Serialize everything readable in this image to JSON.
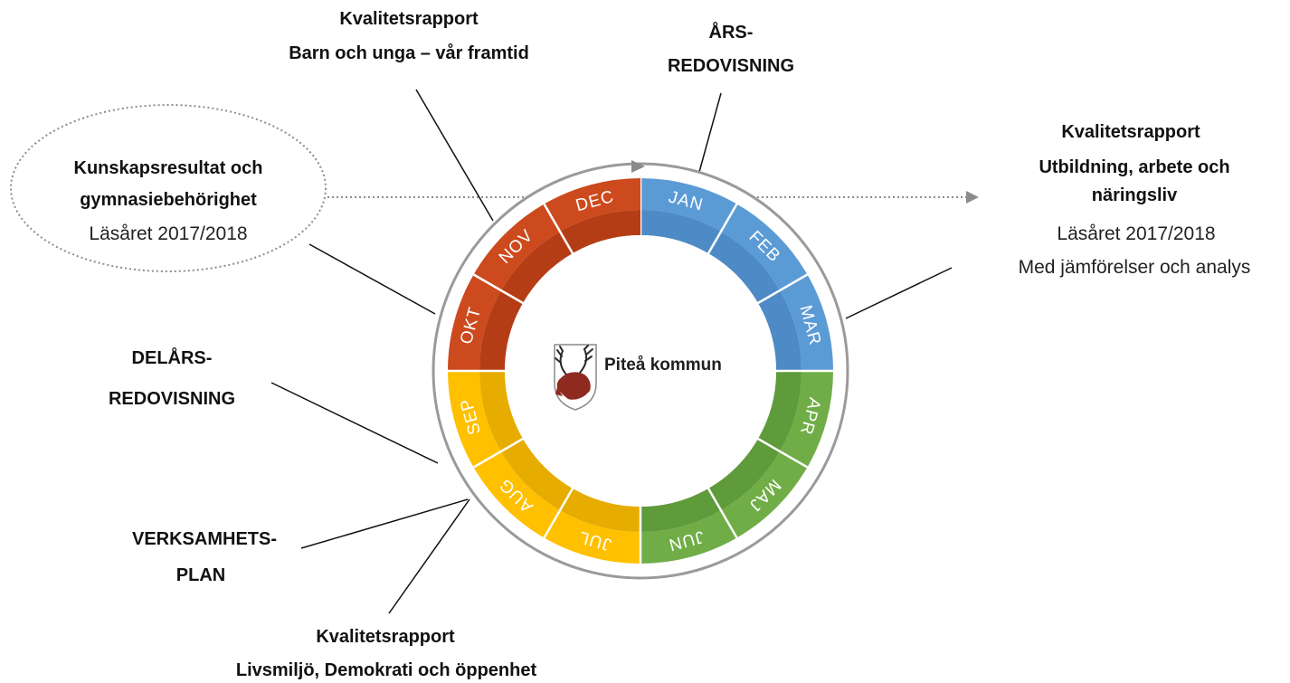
{
  "diagram": {
    "center_label": "Piteå kommun",
    "months": [
      {
        "label": "JAN",
        "color": "#5b9bd5",
        "inner_color": "#4d8ac6"
      },
      {
        "label": "FEB",
        "color": "#5b9bd5",
        "inner_color": "#4d8ac6"
      },
      {
        "label": "MAR",
        "color": "#5b9bd5",
        "inner_color": "#4d8ac6"
      },
      {
        "label": "APR",
        "color": "#70ad47",
        "inner_color": "#5f9a3b"
      },
      {
        "label": "MAJ",
        "color": "#70ad47",
        "inner_color": "#5f9a3b"
      },
      {
        "label": "JUN",
        "color": "#70ad47",
        "inner_color": "#5f9a3b"
      },
      {
        "label": "JUL",
        "color": "#ffc000",
        "inner_color": "#e6ac00"
      },
      {
        "label": "AUG",
        "color": "#ffc000",
        "inner_color": "#e6ac00"
      },
      {
        "label": "SEP",
        "color": "#ffc000",
        "inner_color": "#e6ac00"
      },
      {
        "label": "OKT",
        "color": "#cc4a1d",
        "inner_color": "#b53d16"
      },
      {
        "label": "NOV",
        "color": "#cc4a1d",
        "inner_color": "#b53d16"
      },
      {
        "label": "DEC",
        "color": "#cc4a1d",
        "inner_color": "#b53d16"
      }
    ]
  },
  "callouts": {
    "top_report": {
      "title": "Kvalitetsrapport",
      "title_color": "#c55a11",
      "subtitle": "Barn och unga – vår framtid"
    },
    "annual_report": {
      "line1": "ÅRS-",
      "line2": "REDOVISNING"
    },
    "right_report": {
      "title": "Kvalitetsrapport",
      "title_color": "#5b9bd5",
      "subtitle_line1": "Utbildning, arbete och",
      "subtitle_line2": "näringsliv",
      "period": "Läsåret 2017/2018",
      "note": "Med jämförelser och analys"
    },
    "knowledge_results": {
      "line1": "Kunskapsresultat och",
      "line2": "gymnasiebehörighet",
      "period": "Läsåret 2017/2018"
    },
    "interim_report": {
      "line1": "DELÅRS-",
      "line2": "REDOVISNING"
    },
    "operational_plan": {
      "line1": "VERKSAMHETS-",
      "line2": "PLAN"
    },
    "bottom_report": {
      "title": "Kvalitetsrapport",
      "title_color": "#bf9000",
      "subtitle": "Livsmiljö, Demokrati och öppenhet"
    }
  }
}
